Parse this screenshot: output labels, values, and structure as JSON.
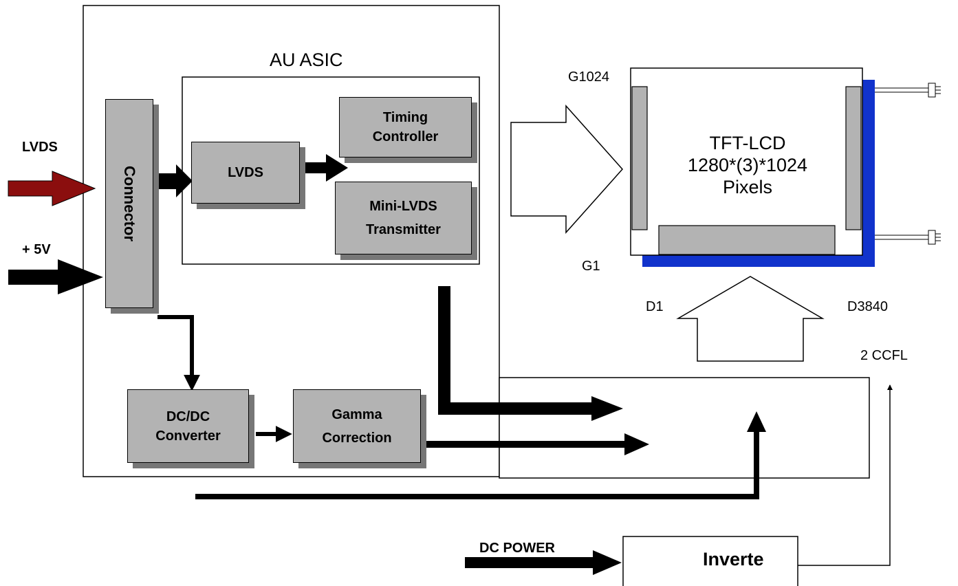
{
  "labels": {
    "au_asic": "AU ASIC",
    "lvds_input": "LVDS",
    "plus5v": "+ 5V",
    "connector": "Connector",
    "lvds_block": "LVDS",
    "timing_line1": "Timing",
    "timing_line2": "Controller",
    "mini_line1": "Mini-LVDS",
    "mini_line2": "Transmitter",
    "dcdc_line1": "DC/DC",
    "dcdc_line2": "Converter",
    "gamma_line1": "Gamma",
    "gamma_line2": "Correction",
    "g1024": "G1024",
    "g1": "G1",
    "d1": "D1",
    "d3840": "D3840",
    "ccfl": "2 CCFL",
    "tft_line1": "TFT-LCD",
    "tft_line2": "1280*(3)*1024",
    "tft_line3": "Pixels",
    "dc_power": "DC POWER",
    "inverter": "Inverte"
  },
  "colors": {
    "lvds_arrow": "#8b0e0e",
    "panel_backlight": "#1133cc",
    "block_fill": "#b3b3b3",
    "block_shadow": "#777777"
  }
}
